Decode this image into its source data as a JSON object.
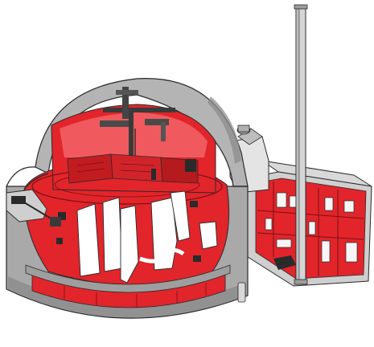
{
  "diagram": {
    "kind": "cutaway-illustration",
    "labels": [],
    "colors": {
      "background": "#ffffff",
      "containment_gray": "#a9a9a9",
      "containment_dark": "#6e6e6e",
      "interior_red": "#e1252b",
      "interior_red_dark": "#b51a1f",
      "interior_red_light": "#f05a5e",
      "equipment_white": "#ffffff",
      "outline": "#2a2a2a",
      "annex_gray": "#c9c9c9",
      "stack_light": "#d6d6d6"
    },
    "components": [
      "containment-dome",
      "reactor-vessel-cavity",
      "polar-crane",
      "steam-generators",
      "turbine-annex-building",
      "ventilation-stack",
      "personnel-hatch"
    ]
  }
}
